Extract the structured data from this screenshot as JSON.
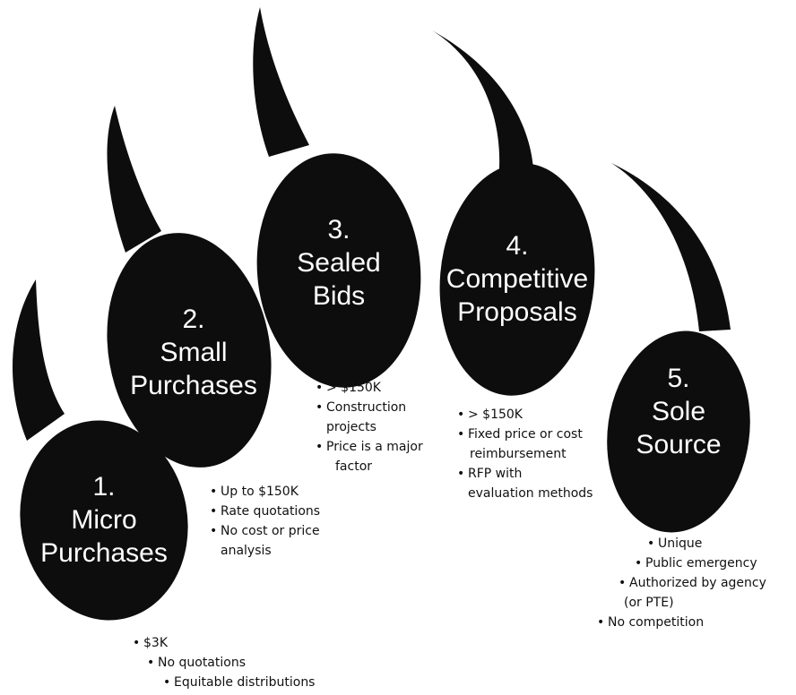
{
  "colors": {
    "pad": "#0d0d0d",
    "text_on_pad": "#ffffff",
    "notes_text": "#111111",
    "background": "#ffffff"
  },
  "pads": [
    {
      "number": "1.",
      "title_lines": [
        "Micro",
        "Purchases"
      ],
      "notes": [
        [
          "$3K"
        ],
        [
          "No quotations"
        ],
        [
          "Equitable distributions"
        ]
      ]
    },
    {
      "number": "2.",
      "title_lines": [
        "Small",
        "Purchases"
      ],
      "notes": [
        [
          "Up to $150K"
        ],
        [
          "Rate quotations"
        ],
        [
          "No cost or price",
          "analysis"
        ]
      ]
    },
    {
      "number": "3.",
      "title_lines": [
        "Sealed",
        "Bids"
      ],
      "notes": [
        [
          "> $150K"
        ],
        [
          "Construction",
          "projects"
        ],
        [
          "Price is a major",
          "factor"
        ]
      ]
    },
    {
      "number": "4.",
      "title_lines": [
        "Competitive",
        "Proposals"
      ],
      "notes": [
        [
          "> $150K"
        ],
        [
          "Fixed price or cost",
          "reimbursement"
        ],
        [
          "RFP with",
          "evaluation methods"
        ]
      ]
    },
    {
      "number": "5.",
      "title_lines": [
        "Sole",
        "Source"
      ],
      "notes": [
        [
          "Unique"
        ],
        [
          "Public emergency"
        ],
        [
          "Authorized by agency",
          "(or PTE)"
        ],
        [
          "No competition"
        ]
      ]
    }
  ]
}
